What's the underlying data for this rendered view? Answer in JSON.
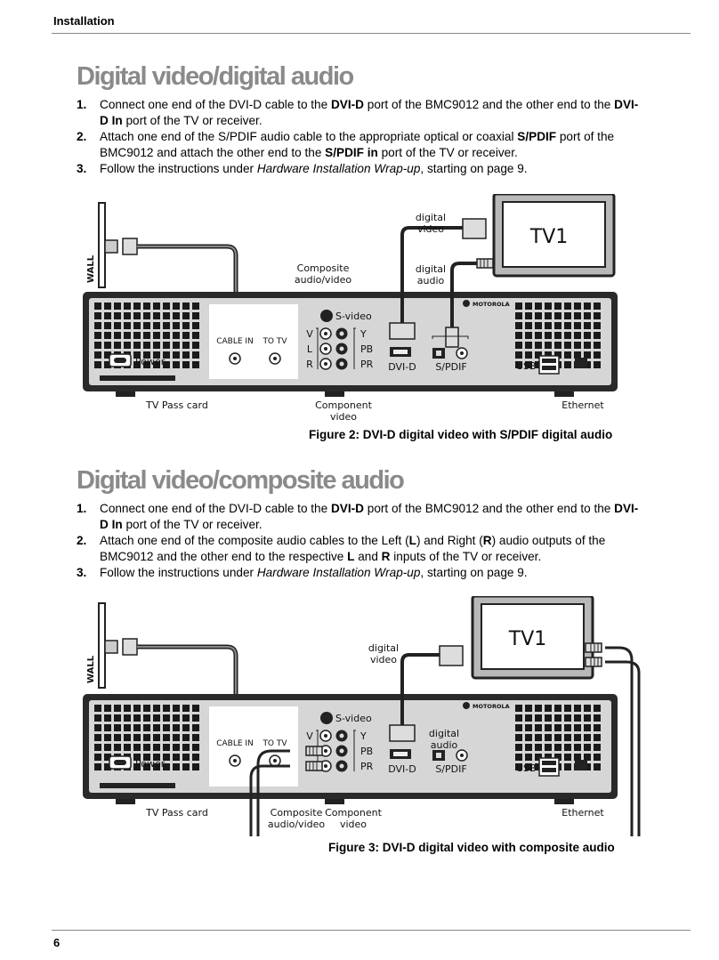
{
  "header": {
    "section": "Installation"
  },
  "section1": {
    "title": "Digital video/digital audio",
    "steps": [
      {
        "num": "1.",
        "parts": [
          [
            "Connect one end of the DVI-D cable to the ",
            ""
          ],
          [
            "DVI-D",
            "b"
          ],
          [
            " port of the BMC9012 and the other end to the ",
            ""
          ],
          [
            "DVI-D In",
            "b"
          ],
          [
            " port of the TV or receiver.",
            ""
          ]
        ]
      },
      {
        "num": "2.",
        "parts": [
          [
            "Attach one end of the S/PDIF audio cable to the appropriate optical or coaxial ",
            ""
          ],
          [
            "S/PDIF",
            "b"
          ],
          [
            " port of the BMC9012 and attach the other end to the ",
            ""
          ],
          [
            "S/PDIF in",
            "b"
          ],
          [
            " port of the TV or receiver.",
            ""
          ]
        ]
      },
      {
        "num": "3.",
        "parts": [
          [
            "Follow the instructions under ",
            ""
          ],
          [
            "Hardware Installation Wrap-up",
            "i"
          ],
          [
            ", starting on page 9.",
            ""
          ]
        ]
      }
    ],
    "figure": {
      "wall": "WALL",
      "tv": "TV1",
      "digital_video": [
        "digital",
        "video"
      ],
      "digital_audio": [
        "digital",
        "audio"
      ],
      "composite": [
        "Composite",
        "audio/video"
      ],
      "svideo": "S-video",
      "cable_in": "CABLE IN",
      "to_tv": "TO TV",
      "power": "Power",
      "brand": "MOTOROLA",
      "v": "V",
      "l": "L",
      "r": "R",
      "y": "Y",
      "pb": "PB",
      "pr": "PR",
      "dvid": "DVI-D",
      "spdif": "S/PDIF",
      "usb": "USB",
      "tv_pass": "TV Pass card",
      "component": [
        "Component",
        "video"
      ],
      "ethernet": "Ethernet"
    },
    "caption": "Figure 2: DVI-D digital video with S/PDIF digital audio"
  },
  "section2": {
    "title": "Digital video/composite audio",
    "steps": [
      {
        "num": "1.",
        "parts": [
          [
            "Connect one end of the DVI-D cable to the ",
            ""
          ],
          [
            "DVI-D",
            "b"
          ],
          [
            " port of the BMC9012 and the other end to the ",
            ""
          ],
          [
            "DVI-D In",
            "b"
          ],
          [
            " port of the TV or receiver.",
            ""
          ]
        ]
      },
      {
        "num": "2.",
        "parts": [
          [
            "Attach one end of the composite audio cables to the Left (",
            ""
          ],
          [
            "L",
            "b"
          ],
          [
            ") and Right (",
            ""
          ],
          [
            "R",
            "b"
          ],
          [
            ") audio outputs of the BMC9012 and the other end to the respective ",
            ""
          ],
          [
            "L",
            "b"
          ],
          [
            " and ",
            ""
          ],
          [
            "R",
            "b"
          ],
          [
            " inputs of the TV or receiver.",
            ""
          ]
        ]
      },
      {
        "num": "3.",
        "parts": [
          [
            "Follow the instructions under ",
            ""
          ],
          [
            "Hardware Installation Wrap-up",
            "i"
          ],
          [
            ", starting on page 9.",
            ""
          ]
        ]
      }
    ],
    "figure": {
      "wall": "WALL",
      "tv": "TV1",
      "digital_video": [
        "digital",
        "video"
      ],
      "digital_audio": [
        "digital",
        "audio"
      ],
      "composite": [
        "Composite",
        "audio/video"
      ],
      "svideo": "S-video",
      "cable_in": "CABLE IN",
      "to_tv": "TO TV",
      "power": "Power",
      "brand": "MOTOROLA",
      "v": "V",
      "l": "L",
      "r": "R",
      "y": "Y",
      "pb": "PB",
      "pr": "PR",
      "dvid": "DVI-D",
      "spdif": "S/PDIF",
      "usb": "USB",
      "tv_pass": "TV Pass card",
      "component": [
        "Component",
        "video"
      ],
      "ethernet": "Ethernet"
    },
    "caption": "Figure 3: DVI-D digital video with composite audio"
  },
  "footer": {
    "page": "6"
  }
}
